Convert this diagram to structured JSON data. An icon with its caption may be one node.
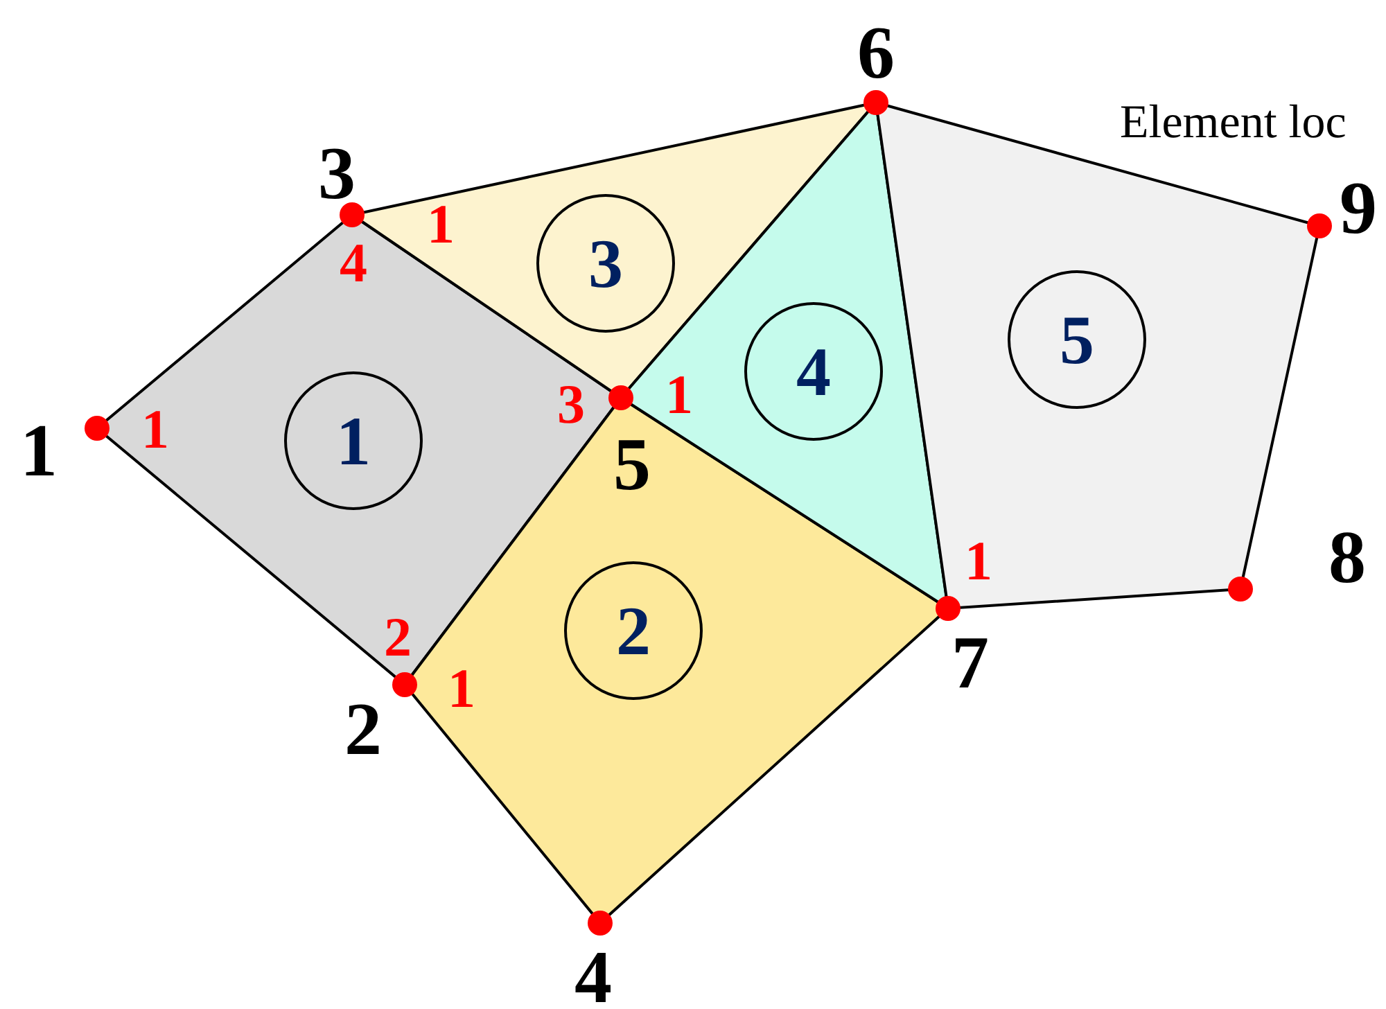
{
  "diagram": {
    "nodes": [
      {
        "text": [
          "1"
        ]
      },
      {
        "text": [
          "2"
        ]
      },
      {
        "text": [
          "3"
        ]
      },
      {
        "text": [
          "4"
        ]
      },
      {
        "text": [
          "5"
        ]
      }
    ],
    "labels": [
      "6",
      "Element loc",
      "3",
      "9",
      "1",
      "4",
      "1",
      "3",
      "1",
      "1",
      "5",
      "8",
      "1",
      "2",
      "7",
      "1",
      "2",
      "4"
    ]
  }
}
